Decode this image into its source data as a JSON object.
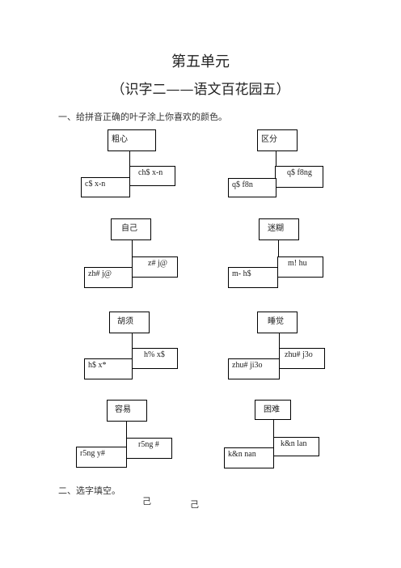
{
  "header": {
    "unit_title": "第五单元",
    "subtitle": "（识字二——语文百花园五）"
  },
  "section1": {
    "title": "一、给拼音正确的叶子涂上你喜欢的颜色。",
    "items": [
      {
        "word": "粗心",
        "option_a": "ch$ x-n",
        "option_b": "c$ x-n"
      },
      {
        "word": "区分",
        "option_a": "q$ f8ng",
        "option_b": "q$ f8n"
      },
      {
        "word": "自己",
        "option_a": "z# j@",
        "option_b": "zh# j@"
      },
      {
        "word": "迷糊",
        "option_a": "m! hu",
        "option_b": "m- h$"
      },
      {
        "word": "胡须",
        "option_a": "h% x$",
        "option_b": "h$ x*"
      },
      {
        "word": "睡觉",
        "option_a": "zhu# j3o",
        "option_b": "zhu# ji3o"
      },
      {
        "word": "容易",
        "option_a": "r5ng #",
        "option_b": "r5ng y#"
      },
      {
        "word": "困难",
        "option_a": "k&n lan",
        "option_b": "k&n nan"
      }
    ]
  },
  "section2": {
    "title": "二、选字填空。",
    "char_a": "己",
    "char_b": "己"
  }
}
